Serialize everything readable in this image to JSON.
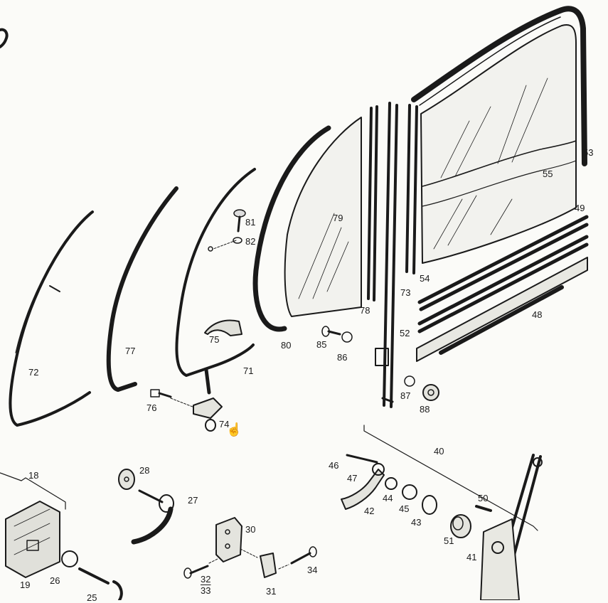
{
  "labels": {
    "p18": "18",
    "p19": "19",
    "p25": "25",
    "p26": "26",
    "p27": "27",
    "p28": "28",
    "p30": "30",
    "p31": "31",
    "p32": "32",
    "p33": "33",
    "p34": "34",
    "p40": "40",
    "p41": "41",
    "p42": "42",
    "p43": "43",
    "p44": "44",
    "p45": "45",
    "p46": "46",
    "p47": "47",
    "p48": "48",
    "p49": "49",
    "p50": "50",
    "p51": "51",
    "p52": "52",
    "p53": "53",
    "p54": "54",
    "p55": "55",
    "p71": "71",
    "p72": "72",
    "p73": "73",
    "p74": "74",
    "p75": "75",
    "p76": "76",
    "p77": "77",
    "p78": "78",
    "p79": "79",
    "p80": "80",
    "p81": "81",
    "p82": "82",
    "p85": "85",
    "p86": "86",
    "p87": "87",
    "p88": "88"
  },
  "colors": {
    "ink": "#1a1a1a",
    "paper": "#fbfbf8",
    "glass_tint": "#f2f2ee"
  },
  "icons": {
    "cursor": "pointer-hand-icon"
  }
}
